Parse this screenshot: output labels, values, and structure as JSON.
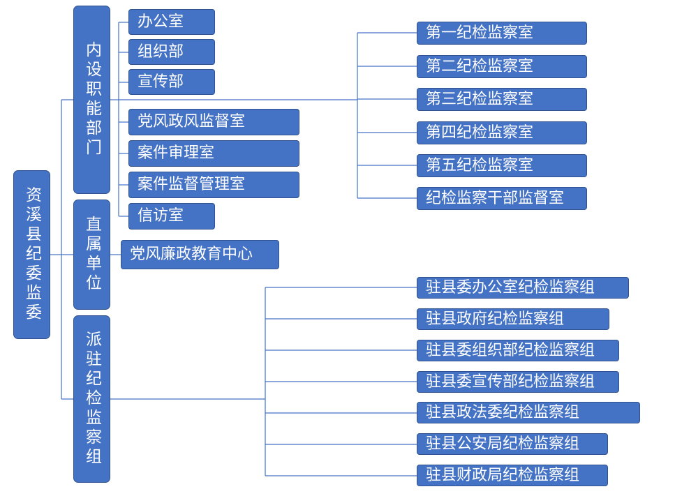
{
  "root": {
    "label": "资溪县纪委监委"
  },
  "groups": [
    {
      "label": "内设职能部门"
    },
    {
      "label": "直属单位"
    },
    {
      "label": "派驻纪检监察组"
    }
  ],
  "internal_departments": [
    "办公室",
    "组织部",
    "宣传部",
    "党风政风监督室",
    "案件审理室",
    "案件监督管理室",
    "信访室"
  ],
  "supervision_offices": [
    "第一纪检监察室",
    "第二纪检监察室",
    "第三纪检监察室",
    "第四纪检监察室",
    "第五纪检监察室",
    "纪检监察干部监督室"
  ],
  "direct_units": [
    "党风廉政教育中心"
  ],
  "dispatched_groups": [
    "驻县委办公室纪检监察组",
    "驻县政府纪检监察组",
    "驻县委组织部纪检监察组",
    "驻县委宣传部纪检监察组",
    "驻县政法委纪检监察组",
    "驻县公安局纪检监察组",
    "驻县财政局纪检监察组"
  ]
}
